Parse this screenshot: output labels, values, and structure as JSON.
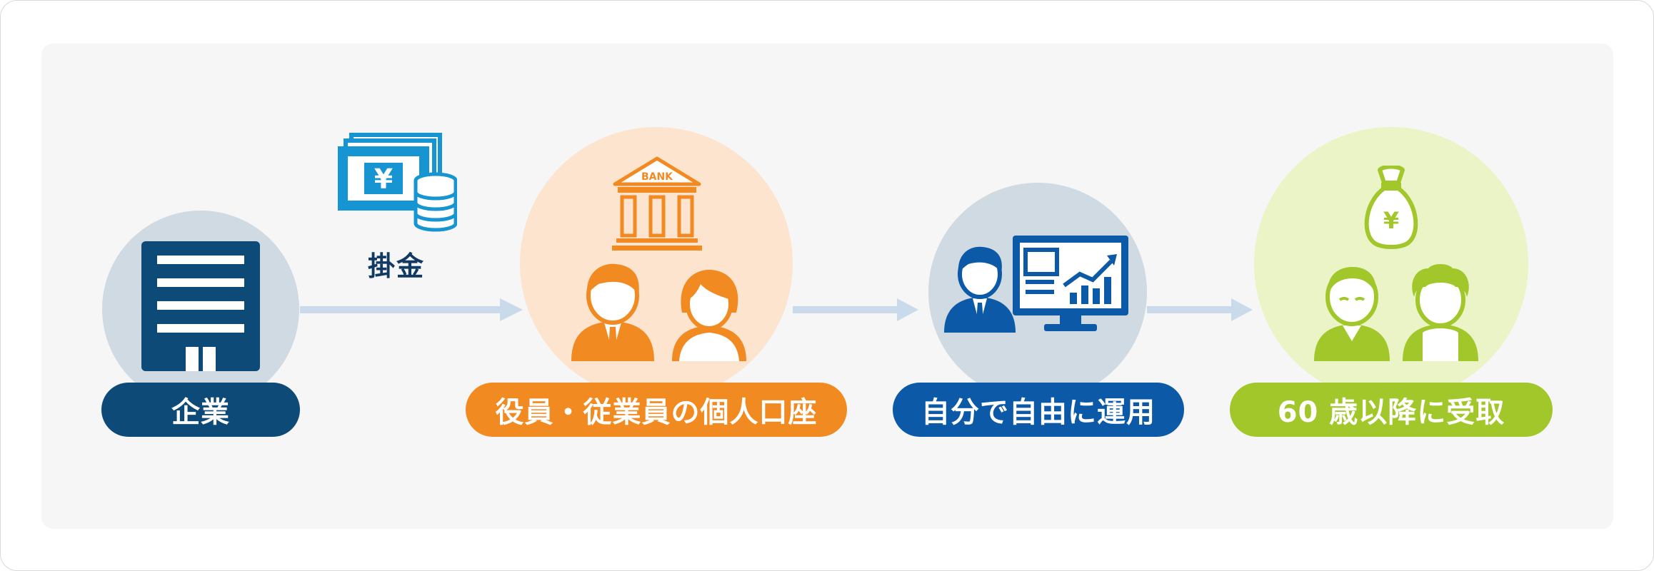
{
  "steps": [
    {
      "label": "企業",
      "color": "#0e4a77",
      "circle": "#cfdae3"
    },
    {
      "label": "役員・従業員の個人口座",
      "color": "#f28a22",
      "circle": "#fde4cf"
    },
    {
      "label": "自分で自由に運用",
      "color": "#0c59a8",
      "circle": "#cfdae3"
    },
    {
      "label": "60 歳以降に受取",
      "color": "#a2c72a",
      "circle": "#eaf4c6"
    }
  ],
  "contribution_label": "掛金",
  "bank_sign": "BANK",
  "money_symbol": "¥",
  "arrow_color": "#c9dbea",
  "icons": [
    "office-building-icon",
    "money-bill-coins-icon",
    "bank-icon",
    "male-employee-icon",
    "female-employee-icon",
    "investor-icon",
    "stock-chart-monitor-icon",
    "money-bag-icon",
    "elderly-man-icon",
    "elderly-woman-icon"
  ]
}
